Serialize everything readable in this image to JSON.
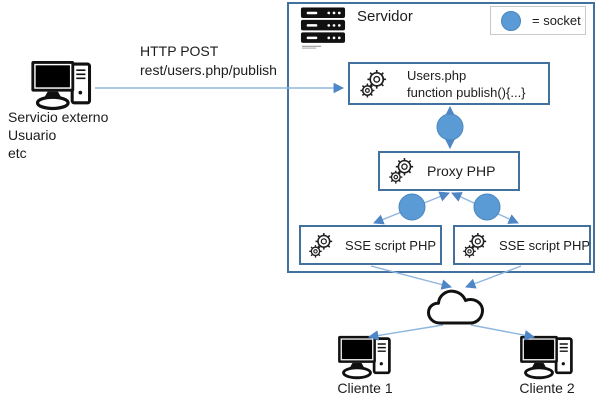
{
  "external": {
    "request_line1": "HTTP POST",
    "request_line2": "rest/users.php/publish",
    "label_line1": "Servicio externo",
    "label_line2": "Usuario",
    "label_line3": "etc"
  },
  "server": {
    "title": "Servidor",
    "users_box": {
      "line1": "Users.php",
      "line2": "function publish(){...}"
    },
    "proxy_box": {
      "label": "Proxy PHP"
    },
    "sse_box_1": {
      "label": "SSE script PHP"
    },
    "sse_box_2": {
      "label": "SSE script PHP"
    }
  },
  "legend": {
    "label": "= socket"
  },
  "clients": {
    "client1_label": "Cliente 1",
    "client2_label": "Cliente 2"
  },
  "icons": {
    "server": "server-rack-icon",
    "external_computer": "desktop-computer-icon",
    "client_computer": "desktop-computer-icon",
    "node_badge": "gear-icon",
    "network": "cloud-icon",
    "socket": "filled-blue-circle"
  },
  "colors": {
    "box_border": "#41719C",
    "connector_line": "#8FB5DE",
    "arrowhead": "#4E86C6",
    "socket_fill": "#5B9BD5",
    "icon_ink": "#111111",
    "background": "#FFFFFF"
  }
}
